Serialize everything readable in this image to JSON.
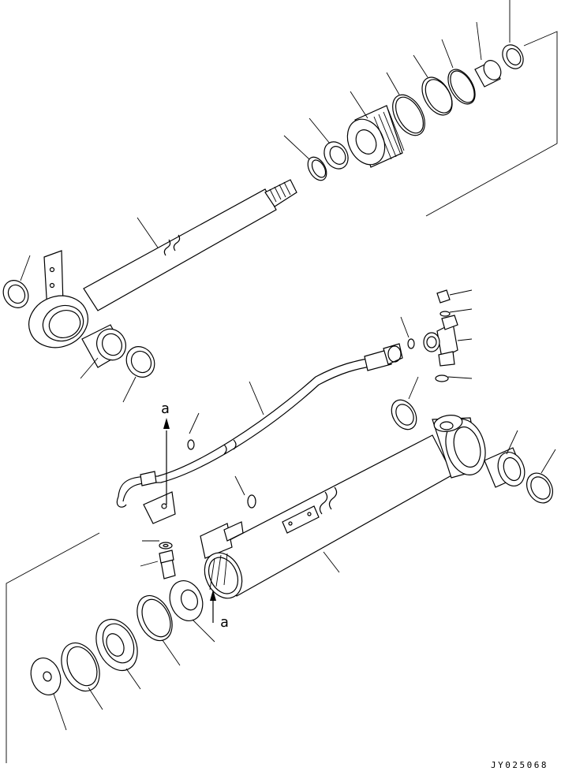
{
  "diagram": {
    "view_marker_top": "a",
    "view_marker_bottom": "a",
    "drawing_code": "JY025068"
  }
}
